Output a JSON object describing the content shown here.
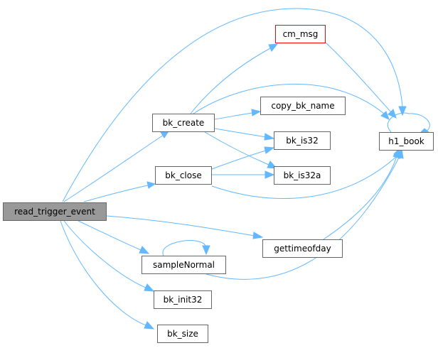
{
  "nodes": {
    "read_trigger_event": "read_trigger_event",
    "bk_create": "bk_create",
    "bk_close": "bk_close",
    "sampleNormal": "sampleNormal",
    "bk_init32": "bk_init32",
    "bk_size": "bk_size",
    "cm_msg": "cm_msg",
    "copy_bk_name": "copy_bk_name",
    "bk_is32": "bk_is32",
    "bk_is32a": "bk_is32a",
    "gettimeofday": "gettimeofday",
    "h1_book": "h1_book"
  },
  "colors": {
    "edge": "#63b8ff",
    "node_border": "#666666",
    "root_fill": "#999999",
    "highlight_border": "#ff0000"
  }
}
